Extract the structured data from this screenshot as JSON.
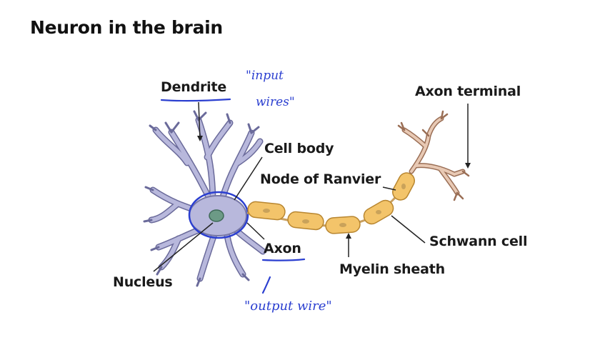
{
  "slide": {
    "title": "Neuron in the brain"
  },
  "labels": {
    "dendrite": "Dendrite",
    "axon_terminal": "Axon terminal",
    "cell_body": "Cell body",
    "node_of_ranvier": "Node of Ranvier",
    "schwann_cell": "Schwann cell",
    "axon": "Axon",
    "myelin_sheath": "Myelin sheath",
    "nucleus": "Nucleus"
  },
  "annotations": {
    "input_line1": "\"input",
    "input_line2": "wires\"",
    "output": "\"output wire\""
  },
  "colors": {
    "dendrite_fill": "#b8b8dc",
    "dendrite_stroke": "#6a6a9a",
    "myelin_fill": "#f3c46a",
    "myelin_stroke": "#b88630",
    "terminal_fill": "#e8c9b4",
    "terminal_stroke": "#9a6e55",
    "nucleus_fill": "#6c9a86",
    "annotation_ink": "#2b3fd0"
  }
}
